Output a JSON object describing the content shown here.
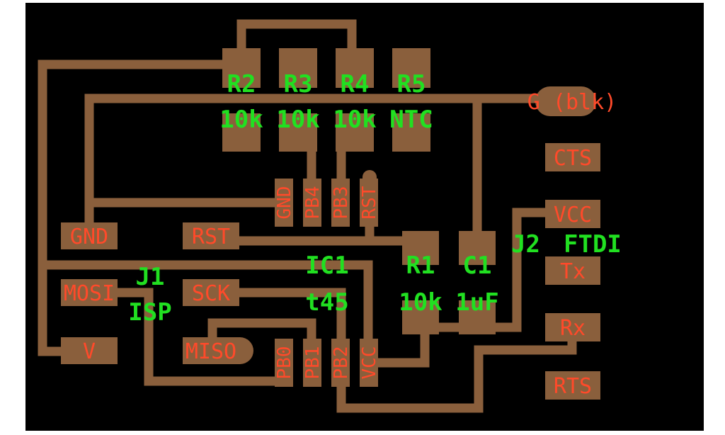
{
  "colors": {
    "background": "#000000",
    "copper": "#8a5f3c",
    "silk_green": "#21e021",
    "silk_red": "#ff4a2a",
    "page": "#ffffff"
  },
  "board": {
    "resistor_refs": {
      "r2": "R2",
      "r3": "R3",
      "r4": "R4",
      "r5": "R5"
    },
    "resistor_values": {
      "r2": "10k",
      "r3": "10k",
      "r4": "10k",
      "r5": "NTC"
    },
    "ground_wire_label": "G (blk)",
    "ic": {
      "ref": "IC1",
      "part": "t45",
      "pins_top": [
        "GND",
        "PB4",
        "PB3",
        "RST"
      ],
      "pins_bottom": [
        "PB0",
        "PB1",
        "PB2",
        "VCC"
      ]
    },
    "r1": {
      "ref": "R1",
      "value": "10k"
    },
    "c1": {
      "ref": "C1",
      "value": "1uF"
    },
    "j1": {
      "ref": "J1",
      "name": "ISP",
      "pads": [
        "GND",
        "RST",
        "MOSI",
        "SCK",
        "MISO",
        "V"
      ]
    },
    "j2": {
      "ref": "J2",
      "name": "FTDI",
      "pads": [
        "CTS",
        "VCC",
        "Tx",
        "Rx",
        "RTS"
      ]
    }
  }
}
